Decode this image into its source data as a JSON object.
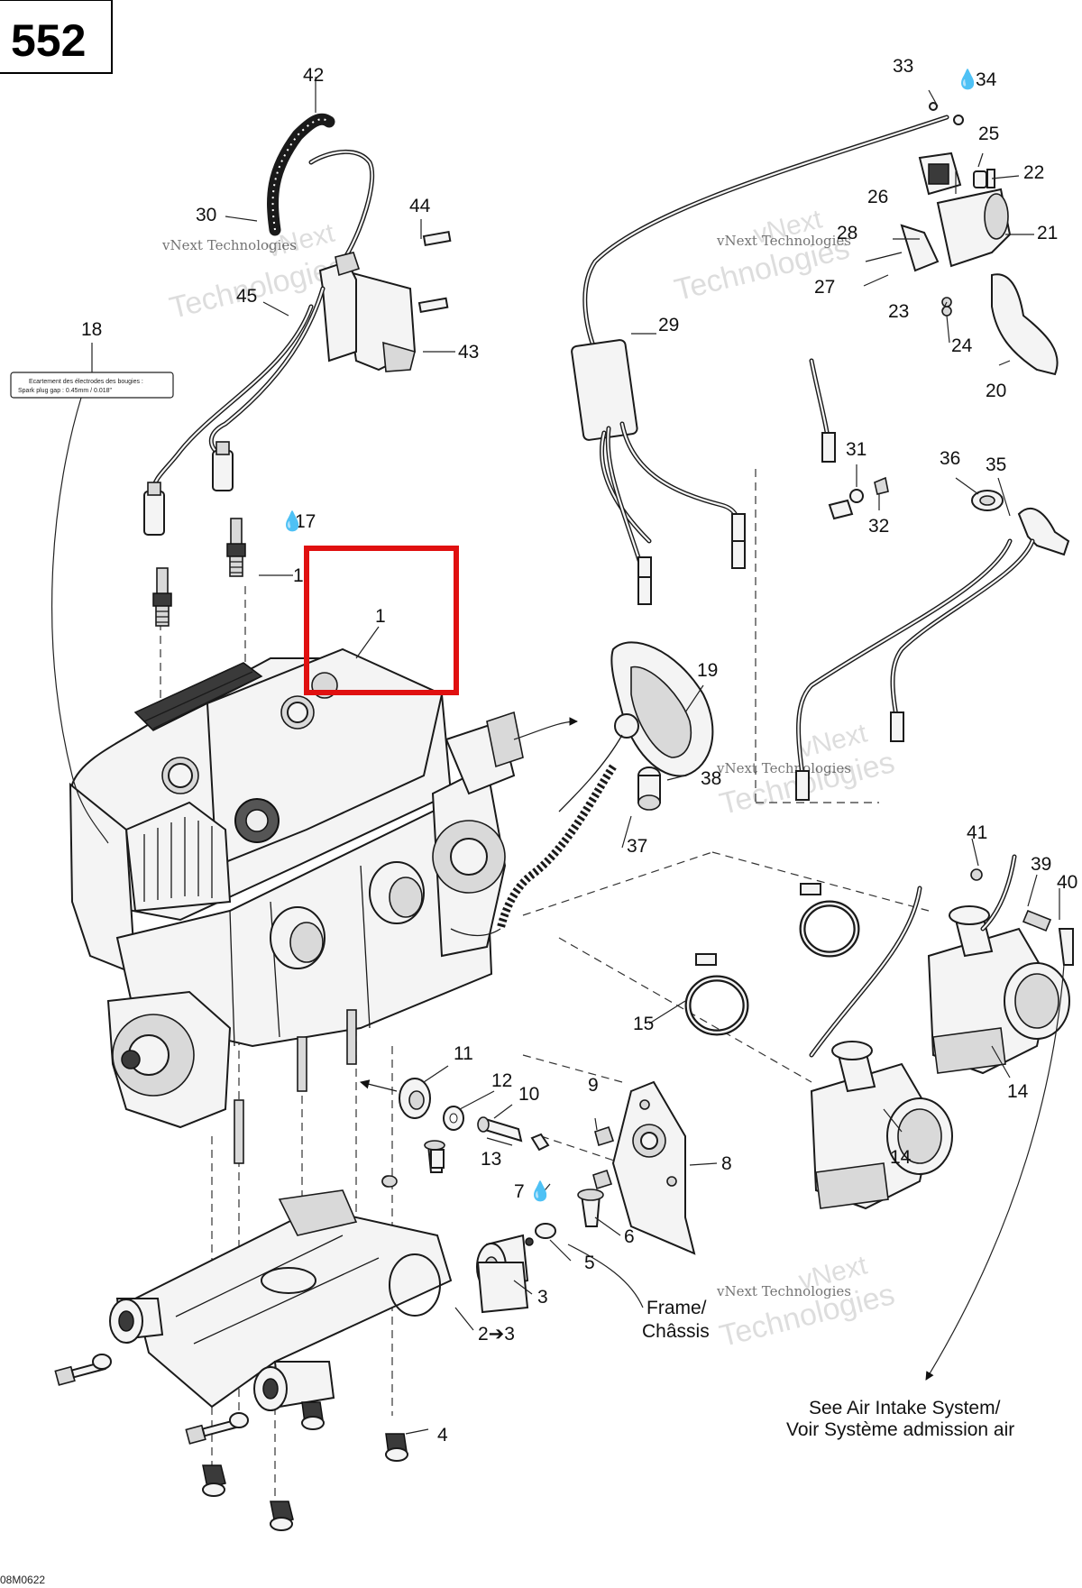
{
  "page_number": "552",
  "drawing_code": "08M0622",
  "watermark": {
    "line1": "vNext",
    "line2": "Technologies",
    "small": "vNext Technologies"
  },
  "decal_18": {
    "line1": "Ecartement des électrodes des bougies :",
    "line2": "Spark plug gap : 0.45mm / 0.018\""
  },
  "notes": {
    "frame_fr_en": [
      "Frame/",
      "Châssis"
    ],
    "air_intake": [
      "See Air Intake System/",
      "Voir Système admission air"
    ]
  },
  "callouts": [
    {
      "id": "c1a",
      "text": "1"
    },
    {
      "id": "c1b",
      "text": "1"
    },
    {
      "id": "c2",
      "text": "2➔3"
    },
    {
      "id": "c3",
      "text": "3"
    },
    {
      "id": "c4",
      "text": "4"
    },
    {
      "id": "c5",
      "text": "5"
    },
    {
      "id": "c6",
      "text": "6"
    },
    {
      "id": "c7",
      "text": "7"
    },
    {
      "id": "c8",
      "text": "8"
    },
    {
      "id": "c9",
      "text": "9"
    },
    {
      "id": "c10",
      "text": "10"
    },
    {
      "id": "c11",
      "text": "11"
    },
    {
      "id": "c12",
      "text": "12"
    },
    {
      "id": "c13",
      "text": "13"
    },
    {
      "id": "c14a",
      "text": "14"
    },
    {
      "id": "c14b",
      "text": "14"
    },
    {
      "id": "c15",
      "text": "15"
    },
    {
      "id": "c17",
      "text": "17"
    },
    {
      "id": "c18",
      "text": "18"
    },
    {
      "id": "c19",
      "text": "19"
    },
    {
      "id": "c20",
      "text": "20"
    },
    {
      "id": "c21",
      "text": "21"
    },
    {
      "id": "c22",
      "text": "22"
    },
    {
      "id": "c23",
      "text": "23"
    },
    {
      "id": "c24",
      "text": "24"
    },
    {
      "id": "c25",
      "text": "25"
    },
    {
      "id": "c26",
      "text": "26"
    },
    {
      "id": "c27",
      "text": "27"
    },
    {
      "id": "c28",
      "text": "28"
    },
    {
      "id": "c29",
      "text": "29"
    },
    {
      "id": "c30",
      "text": "30"
    },
    {
      "id": "c31",
      "text": "31"
    },
    {
      "id": "c32",
      "text": "32"
    },
    {
      "id": "c33",
      "text": "33"
    },
    {
      "id": "c34",
      "text": "34"
    },
    {
      "id": "c35",
      "text": "35"
    },
    {
      "id": "c36",
      "text": "36"
    },
    {
      "id": "c37",
      "text": "37"
    },
    {
      "id": "c38",
      "text": "38"
    },
    {
      "id": "c39",
      "text": "39"
    },
    {
      "id": "c40",
      "text": "40"
    },
    {
      "id": "c41",
      "text": "41"
    },
    {
      "id": "c42",
      "text": "42"
    },
    {
      "id": "c43",
      "text": "43"
    },
    {
      "id": "c44",
      "text": "44"
    },
    {
      "id": "c45",
      "text": "45"
    }
  ],
  "highlight": {
    "color": "#e01010",
    "target": "1"
  }
}
